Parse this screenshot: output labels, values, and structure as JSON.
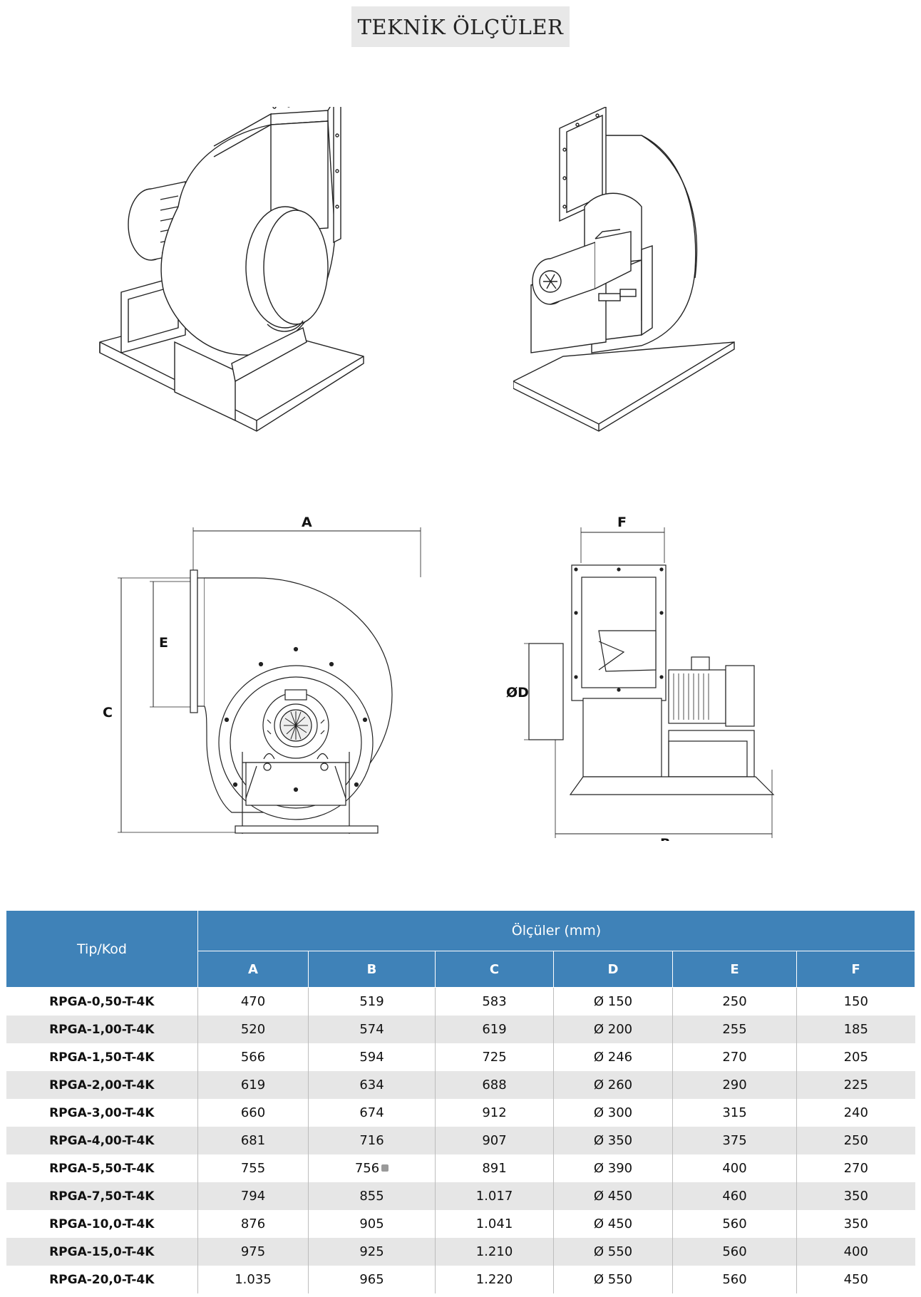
{
  "title": "TEKNİK ÖLÇÜLER",
  "dimensions": {
    "a": "A",
    "b": "B",
    "c": "C",
    "d": "ØD",
    "e": "E",
    "f": "F"
  },
  "table": {
    "row_header": "Tip/Kod",
    "group_header": "Ölçüler (mm)",
    "columns": [
      "A",
      "B",
      "C",
      "D",
      "E",
      "F"
    ],
    "rows": [
      [
        "RPGA-0,50-T-4K",
        "470",
        "519",
        "583",
        "Ø 150",
        "250",
        "150"
      ],
      [
        "RPGA-1,00-T-4K",
        "520",
        "574",
        "619",
        "Ø 200",
        "255",
        "185"
      ],
      [
        "RPGA-1,50-T-4K",
        "566",
        "594",
        "725",
        "Ø 246",
        "270",
        "205"
      ],
      [
        "RPGA-2,00-T-4K",
        "619",
        "634",
        "688",
        "Ø 260",
        "290",
        "225"
      ],
      [
        "RPGA-3,00-T-4K",
        "660",
        "674",
        "912",
        "Ø 300",
        "315",
        "240"
      ],
      [
        "RPGA-4,00-T-4K",
        "681",
        "716",
        "907",
        "Ø 350",
        "375",
        "250"
      ],
      [
        "RPGA-5,50-T-4K",
        "755",
        "756",
        "891",
        "Ø 390",
        "400",
        "270"
      ],
      [
        "RPGA-7,50-T-4K",
        "794",
        "855",
        "1.017",
        "Ø 450",
        "460",
        "350"
      ],
      [
        "RPGA-10,0-T-4K",
        "876",
        "905",
        "1.041",
        "Ø 450",
        "560",
        "350"
      ],
      [
        "RPGA-15,0-T-4K",
        "975",
        "925",
        "1.210",
        "Ø 550",
        "560",
        "400"
      ],
      [
        "RPGA-20,0-T-4K",
        "1.035",
        "965",
        "1.220",
        "Ø 550",
        "560",
        "450"
      ]
    ]
  }
}
